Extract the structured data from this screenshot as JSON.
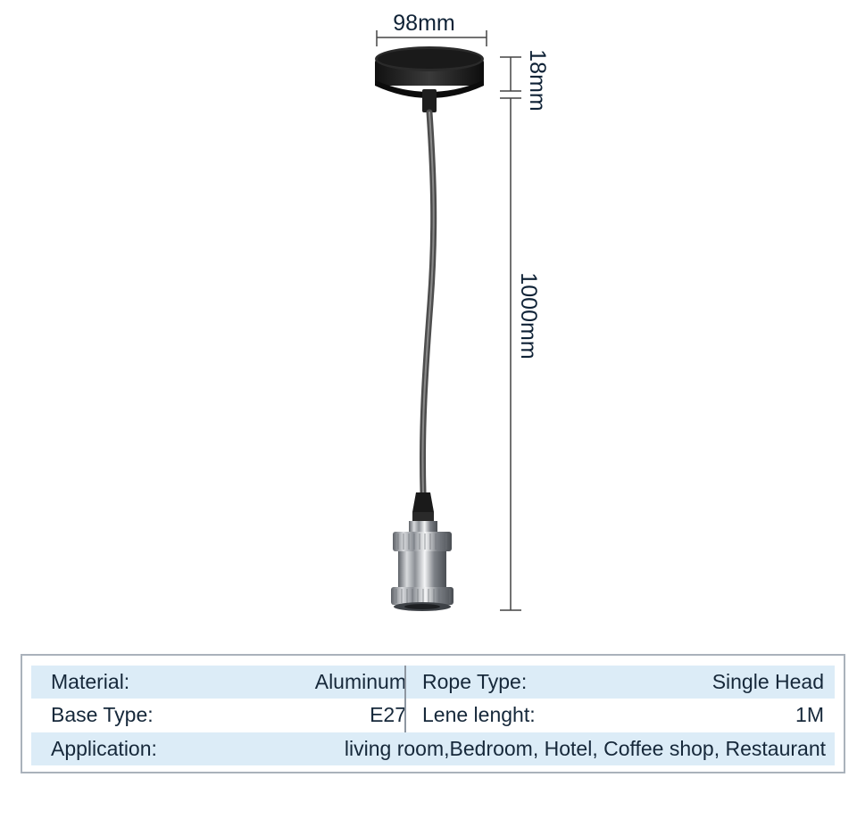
{
  "dimensions": {
    "width": "98mm",
    "height": "18mm",
    "length": "1000mm"
  },
  "specs": {
    "material_label": "Material:",
    "material_value": "Aluminum",
    "rope_label": "Rope Type:",
    "rope_value": "Single Head",
    "base_label": "Base Type:",
    "base_value": "E27",
    "length_label": "Lene lenght:",
    "length_value": "1M",
    "application_label": "Application:",
    "application_value": "living room,Bedroom, Hotel, Coffee shop, Restaurant"
  },
  "colors": {
    "row_shade": "#dcecf7",
    "cable": "#5a5a5a",
    "canopy": "#1c1c1c",
    "chrome": "#c9ccd0"
  }
}
